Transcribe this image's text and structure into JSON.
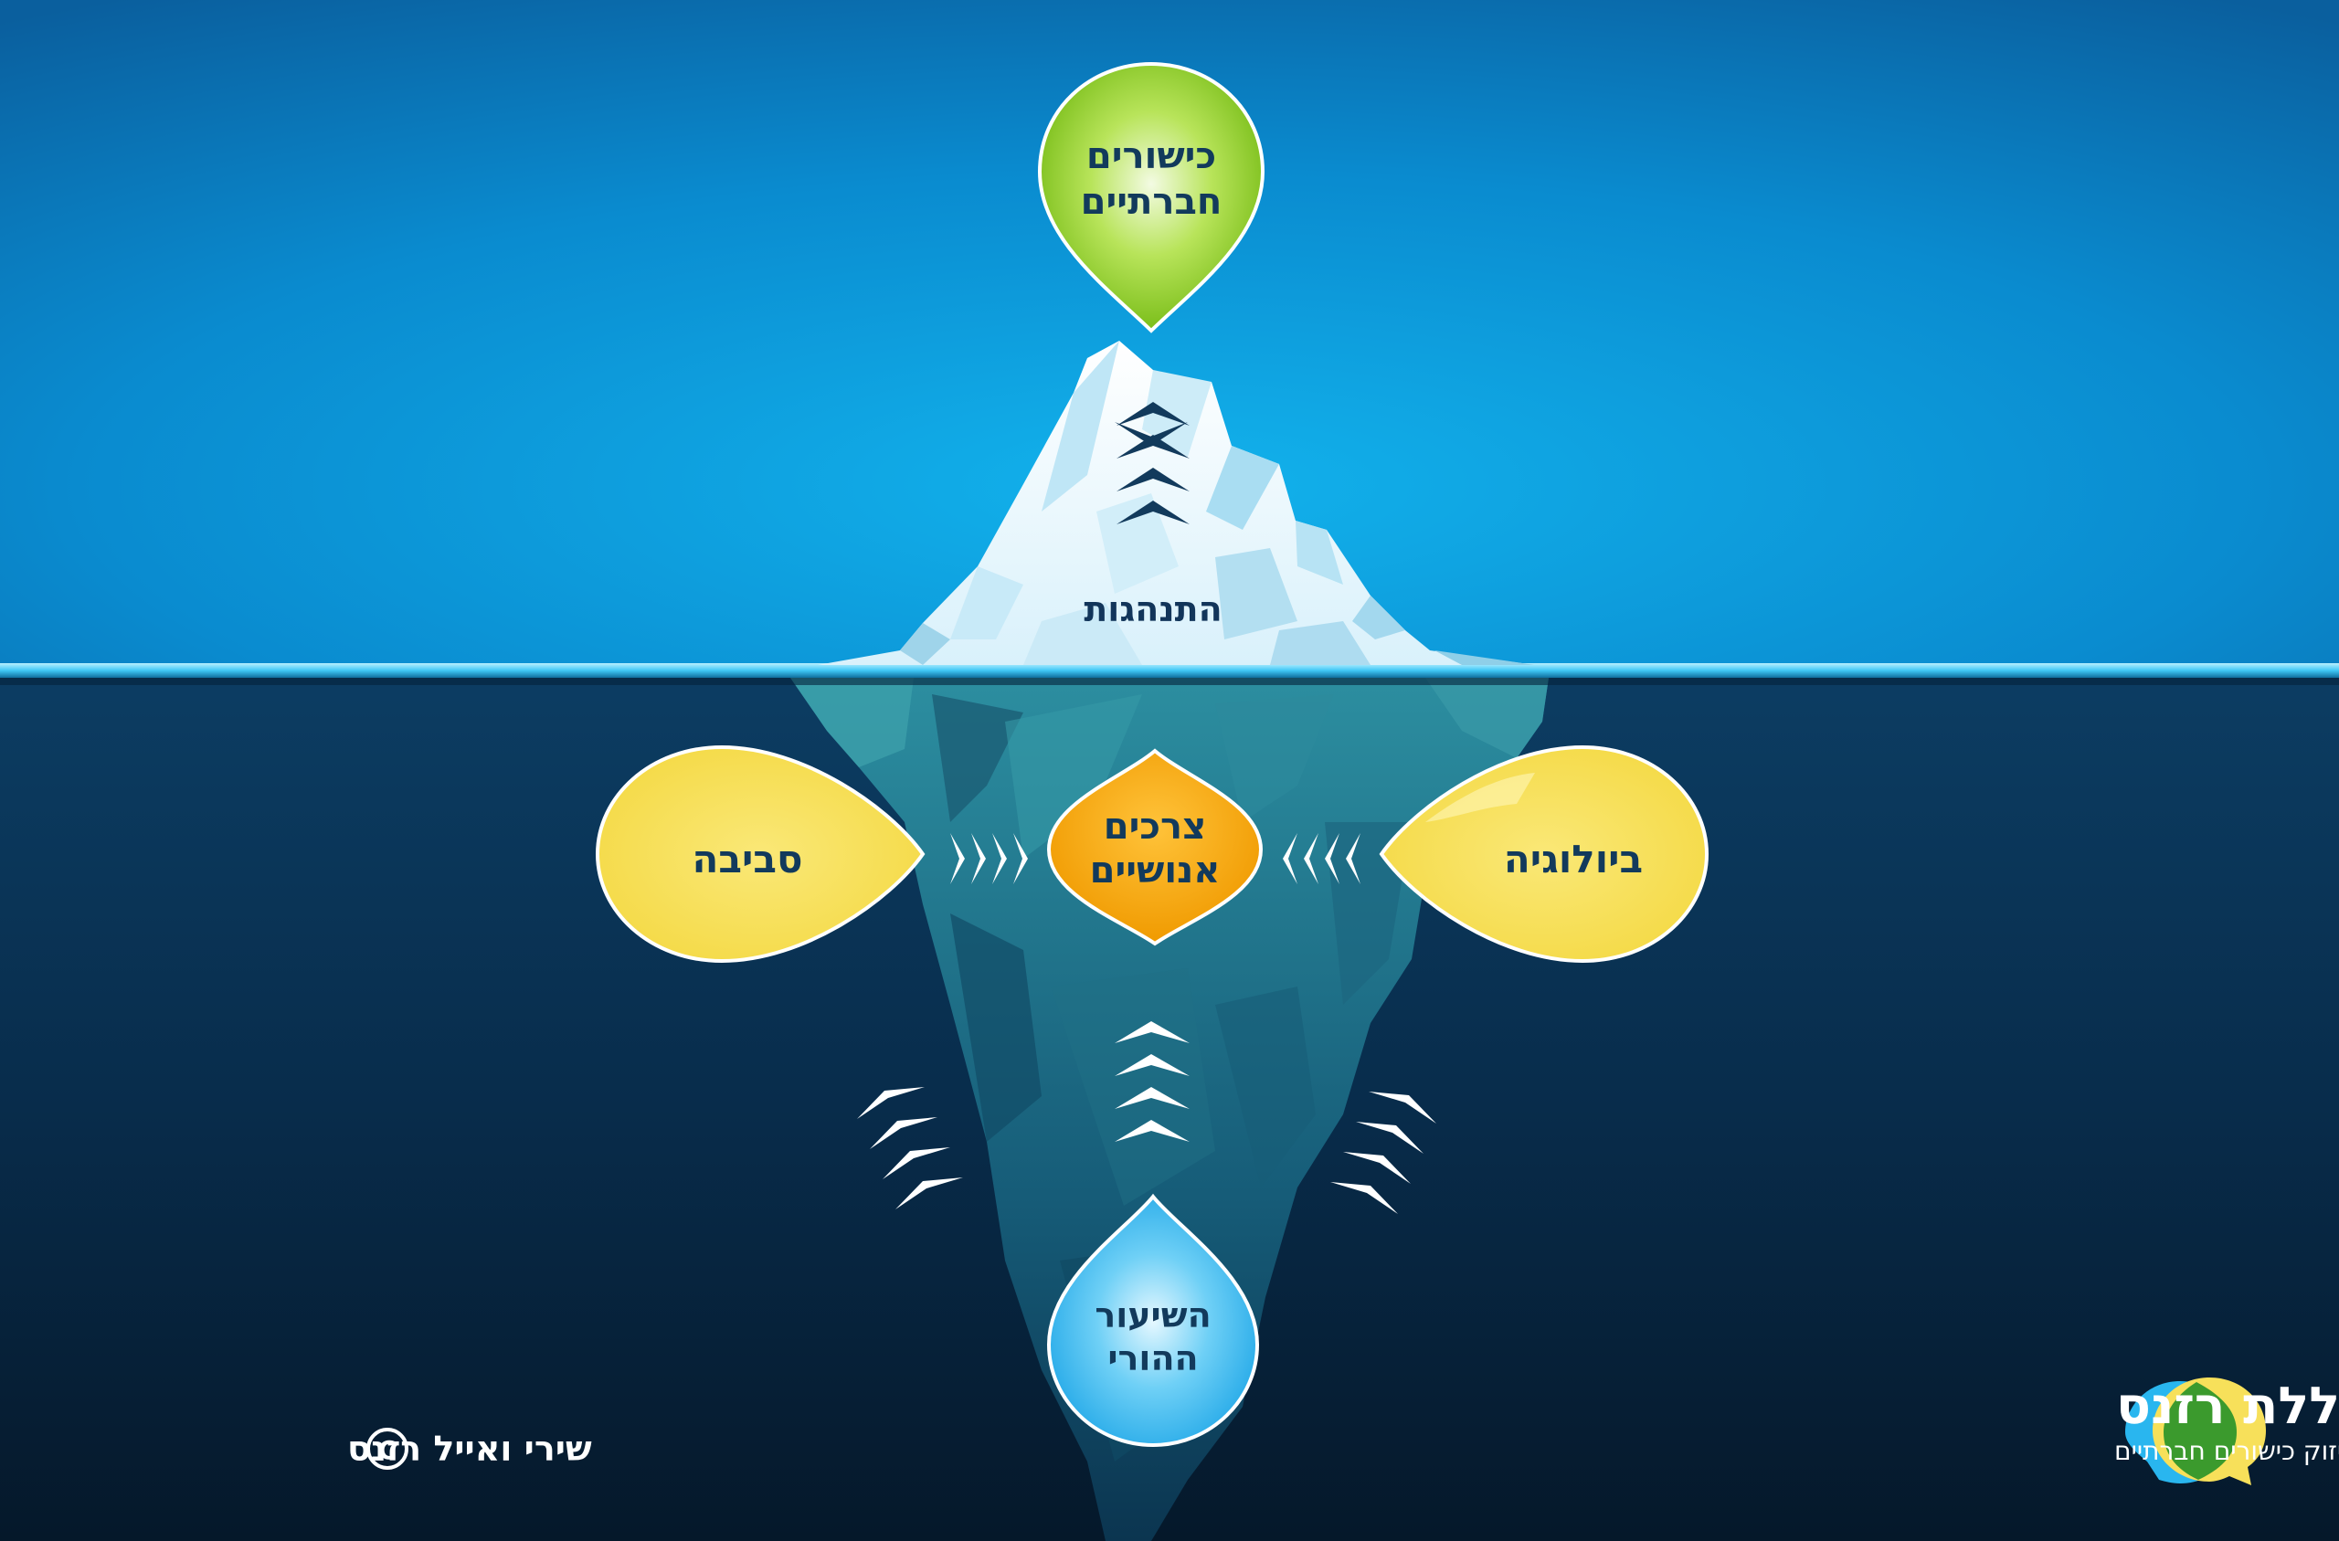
{
  "diagram": {
    "top_bubble": {
      "line1": "כישורים",
      "line2": "חברתיים"
    },
    "iceberg_tip_label": "התנהגות",
    "center_bubble": {
      "line1": "צרכים",
      "line2": "אנושיים"
    },
    "left_bubble": "סביבה",
    "right_bubble": "ביולוגיה",
    "bottom_bubble": {
      "line1": "השיעור",
      "line2": "ההורי"
    }
  },
  "footer": {
    "copyright_symbol": "©",
    "copyright_text": "שירי ואייל רזנס",
    "brand_name": "מכללת רזנס",
    "brand_tagline": "לחיזוק כישורים חברתיים"
  },
  "colors": {
    "sky_top": "#0a6fb0",
    "sky_bottom": "#0aa0e0",
    "sea_top": "#0b3e62",
    "sea_bottom": "#061a2c",
    "waterline": "#4fd0ff",
    "green_bubble": "#8fd01c",
    "yellow_bubble": "#f7e05a",
    "orange_bubble": "#f2a400",
    "blue_bubble": "#29b6ef",
    "text_dark": "#0e2a47"
  }
}
